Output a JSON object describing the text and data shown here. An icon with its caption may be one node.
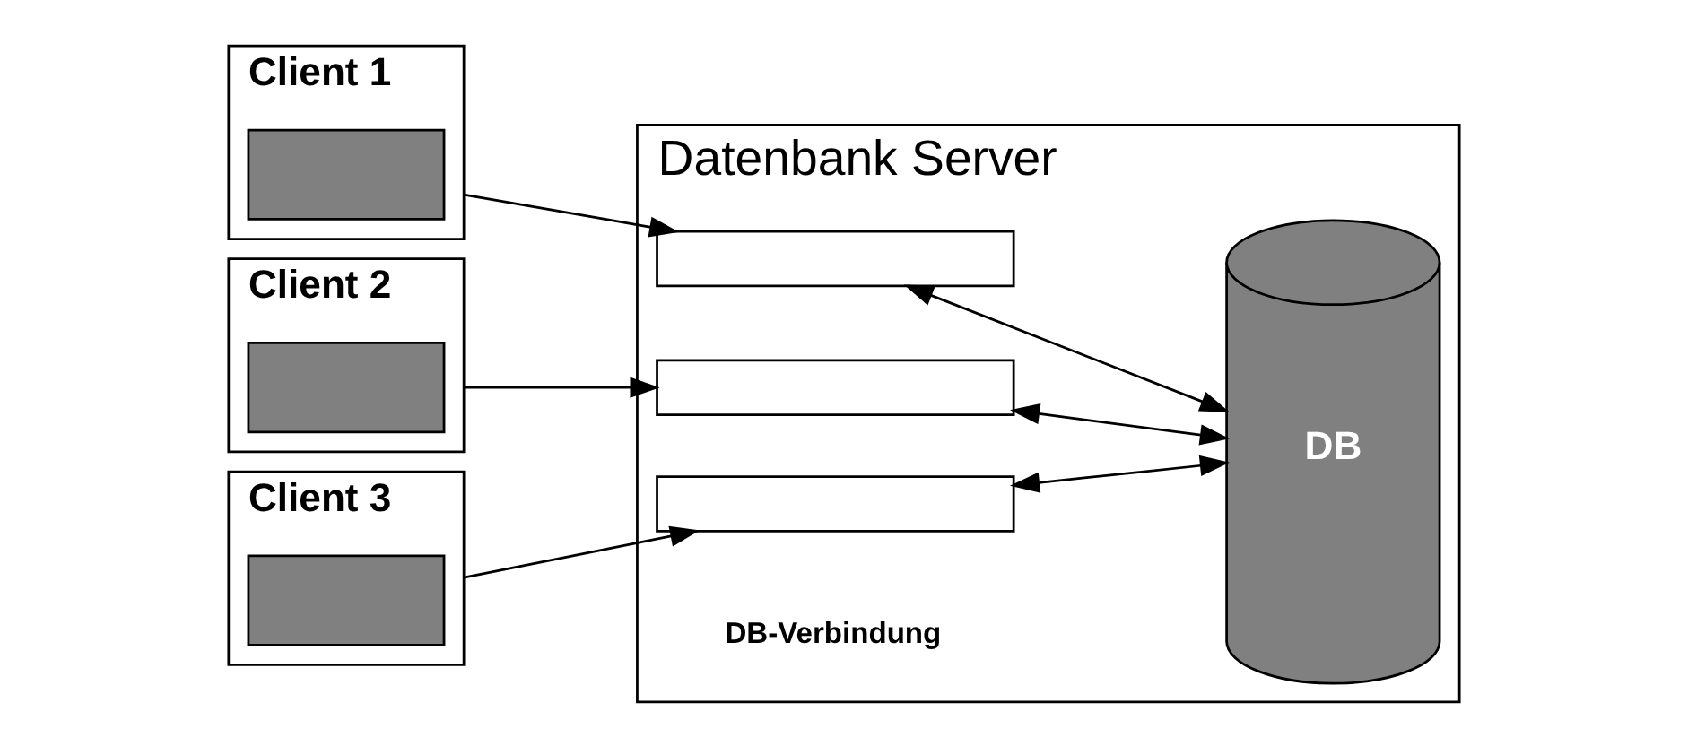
{
  "diagram": {
    "nodes": [
      {
        "text": [
          "Client 1"
        ]
      },
      {
        "text": [],
        "shape": "box",
        "in": 0
      },
      {
        "text": [
          "Client 2"
        ]
      },
      {
        "text": [],
        "shape": "box",
        "in": 2
      },
      {
        "text": [
          "Client 3"
        ]
      },
      {
        "text": [],
        "shape": "box",
        "in": 4
      },
      {
        "text": [
          "Datenbank Server"
        ]
      },
      {
        "text": [],
        "shape": "box",
        "in": 6
      },
      {
        "text": [],
        "shape": "box",
        "in": 6
      },
      {
        "text": [],
        "shape": "box",
        "in": 6
      },
      {
        "text": [
          "DB"
        ],
        "in": 6
      }
    ],
    "edges": [
      {
        "from": 0,
        "to": 7,
        "arrow": "to"
      },
      {
        "from": 2,
        "to": 8,
        "arrow": "to"
      },
      {
        "from": 4,
        "to": 9,
        "arrow": "to"
      },
      {
        "from": 7,
        "to": 10,
        "arrow": "both"
      },
      {
        "from": 8,
        "to": 10,
        "arrow": "both"
      },
      {
        "from": 9,
        "to": 10,
        "arrow": "both"
      }
    ],
    "labels": [
      "DB-Verbindung"
    ]
  }
}
